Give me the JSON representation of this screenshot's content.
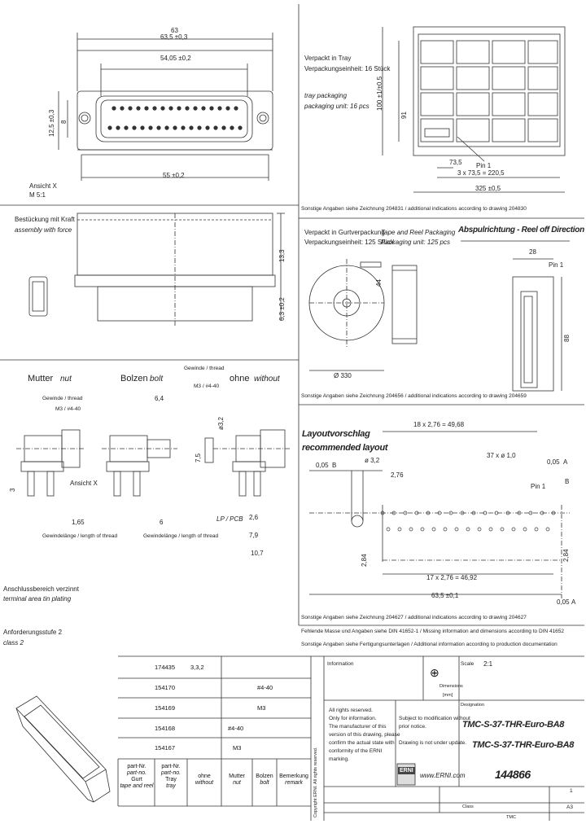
{
  "top_left": {
    "dim_overall": "63",
    "dim_overall_tol": "63,5 ±0,3",
    "dim_inner": "54,05 ±0,2",
    "dim_height_a": "12,5 ±0,3",
    "dim_height_b": "8",
    "dim_bottom": "55 ±0,2",
    "view_x": "Ansicht X",
    "scale_x": "M 5:1"
  },
  "tray": {
    "title_de_1": "Verpackt in Tray",
    "title_de_2": "Verpackungseinheit: 16 Stück",
    "title_en_1": "tray packaging",
    "title_en_2": "packaging unit: 16 pcs",
    "dim_h_total": "100 ±1/±0,5",
    "dim_h_inner": "91",
    "dim_pitch": "73,5",
    "dim_pitch_rep": "3 x 73,5 = 220,5",
    "dim_width": "325 ±0,5",
    "pin1": "Pin 1"
  },
  "note_tray": "Sonstige Angaben siehe Zeichnung 204831 / additional indications according to drawing 204830",
  "mount": {
    "title_de": "Bestückung mit Kraft",
    "title_en": "assembly with force",
    "dim_a": "13,3",
    "dim_b": "6,3 ±0,2"
  },
  "reel": {
    "title_de_1": "Verpackt in Gurtverpackung",
    "title_de_2": "Verpackungseinheit: 125 Stück",
    "title_en_1": "Tape and Reel Packaging",
    "title_en_2": "Packaging unit: 125 pcs",
    "dim_reel": "Ø 330",
    "dim_tape": "44",
    "pull_title": "Abspulrichtung - Reel off Direction",
    "dim_pitch": "28",
    "pin1": "Pin 1",
    "dim_w": "88",
    "note": "Sonstige Angaben siehe Zeichnung 204656 / additional indications according to drawing 204659"
  },
  "variants": {
    "nut_de": "Mutter",
    "nut_en": "nut",
    "bolt_de": "Bolzen",
    "bolt_en": "bolt",
    "without_de": "ohne",
    "without_en": "without",
    "thread_de": "Gewinde / thread",
    "thread_m3": "M3 / #4-40",
    "thread_de2": "Gewinde / thread",
    "thread_m3b": "M3 / #4-40",
    "dim_a": "6,4",
    "dim_b": "ø3,2",
    "dim_c": "7,5",
    "dim_d": "3",
    "dim_e": "1,65",
    "dim_f": "6",
    "dim_g": "2,6",
    "dim_h": "7,9",
    "dim_i": "10,7",
    "view_x": "Ansicht X",
    "lp_pcb": "LP / PCB",
    "thickness_1": "Gewindelänge / length of thread",
    "thickness_2": "Gewindelänge / length of thread"
  },
  "plating": {
    "line1_de": "Anschlussbereich verzinnt",
    "line1_en": "terminal area tin plating",
    "line2_de": "Anforderungsstufe 2",
    "line2_en": "class 2"
  },
  "layout": {
    "title_de": "Layoutvorschlag",
    "title_en": "recommended layout",
    "dim_top": "18 x 2,76 = 49,68",
    "dim_flat": "0,05",
    "dim_b": "B",
    "dim_dia": "ø 3,2",
    "dim_276": "2,76",
    "dim_holes": "37 x ø 1,0",
    "dim_tol": "0,05",
    "dim_a": "A",
    "dim_284": "2,84",
    "pin1": "Pin 1",
    "dim_bottom_rep": "17 x 2,76 = 46,92",
    "dim_total": "63,5 ±0,1",
    "dim_vert": "2,84",
    "dim_right_tol": "0,05",
    "dim_right_a": "A",
    "label_b": "B",
    "note": "Sonstige Angaben siehe Zeichnung 204627 / additional indications according to drawing 204627"
  },
  "notes_footer": {
    "line1": "Fehlende Masse und Angaben siehe DIN 41652-1 / Missing information and dimensions according to DIN 41652",
    "line2": "Sonstige Angaben siehe Fertigungsunterlagen / Additional information according to production documentation"
  },
  "parts_table": {
    "rows": [
      {
        "part": "174435",
        "col_a": "3,3,2",
        "col_b": ""
      },
      {
        "part": "154170",
        "col_a": "",
        "col_b": "#4-40"
      },
      {
        "part": "154169",
        "col_a": "",
        "col_b": "M3"
      },
      {
        "part": "154168",
        "col_a": "#4-40",
        "col_b": ""
      },
      {
        "part": "154167",
        "col_a": "M3",
        "col_b": ""
      }
    ],
    "headers": [
      {
        "l1": "part-Nr.",
        "l2": "part-no.",
        "l3": "Gurt",
        "l4": "tape and reel"
      },
      {
        "l1": "part-Nr.",
        "l2": "part-no.",
        "l3": "Tray",
        "l4": "tray"
      },
      {
        "l1": "ohne",
        "l2": "without",
        "l3": "",
        "l4": ""
      },
      {
        "l1": "Mutter",
        "l2": "nut",
        "l3": "",
        "l4": ""
      },
      {
        "l1": "Bolzen",
        "l2": "bolt",
        "l3": "",
        "l4": ""
      },
      {
        "l1": "Bemerkung",
        "l2": "remark",
        "l3": "",
        "l4": ""
      }
    ]
  },
  "title_block": {
    "information": "Information",
    "scale_label": "Scale",
    "scale_value": "2:1",
    "dimensions": "Dimensions",
    "unit": "[mm]",
    "designation_label": "Designation",
    "name_de": "TMC-S-37-THR-Euro-BA8",
    "name_en": "TMC-S-37-THR-Euro-BA8",
    "rights_1": "All rights reserved.",
    "rights_2": "Only for information.",
    "rights_3": "The manufacturer of this",
    "rights_4": "version of this drawing, please",
    "rights_5": "confirm the actual state with",
    "rights_6": "conformity of the ERNI",
    "rights_7": "marking.",
    "subject_1": "Subject to modification without",
    "subject_2": "prior notice.",
    "subject_3": "Drawing is not under update.",
    "website": "www.ERNI.com",
    "logo": "ERNI",
    "drawing_no": "144866",
    "sheet": "1",
    "format": "A3",
    "class_label": "Class",
    "class_value": "TMC",
    "vertical_text": "Copyright ERNI. All rights reserved."
  }
}
